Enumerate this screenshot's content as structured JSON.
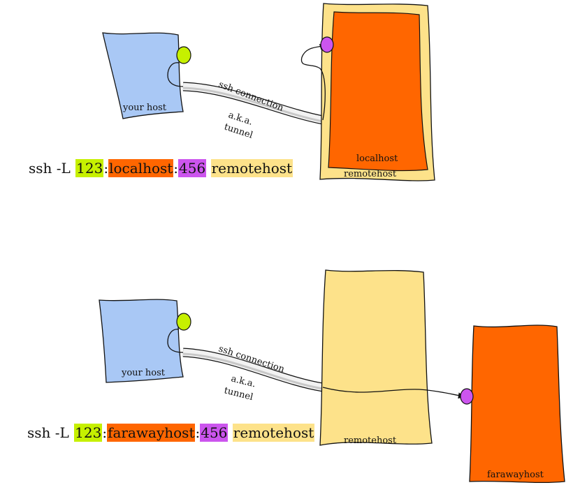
{
  "colors": {
    "your_host": "#a9c8f5",
    "local_port": "#c6f000",
    "target_host": "#ff6600",
    "remote_port": "#cc55ee",
    "remotehost": "#fde28a"
  },
  "diagram1": {
    "your_host_label": "your host",
    "tunnel_label": "ssh connection",
    "tunnel_sublabel_1": "a.k.a.",
    "tunnel_sublabel_2": "tunnel",
    "target_label": "localhost",
    "remote_label": "remotehost",
    "command": {
      "prefix": "ssh -L",
      "local_port": "123",
      "sep1": ":",
      "target": "localhost",
      "sep2": ":",
      "remote_port": "456",
      "host": "remotehost"
    }
  },
  "diagram2": {
    "your_host_label": "your host",
    "tunnel_label": "ssh connection",
    "tunnel_sublabel_1": "a.k.a.",
    "tunnel_sublabel_2": "tunnel",
    "remote_label": "remotehost",
    "target_label": "farawayhost",
    "command": {
      "prefix": "ssh -L",
      "local_port": "123",
      "sep1": ":",
      "target": "farawayhost",
      "sep2": ":",
      "remote_port": "456",
      "host": "remotehost"
    }
  }
}
